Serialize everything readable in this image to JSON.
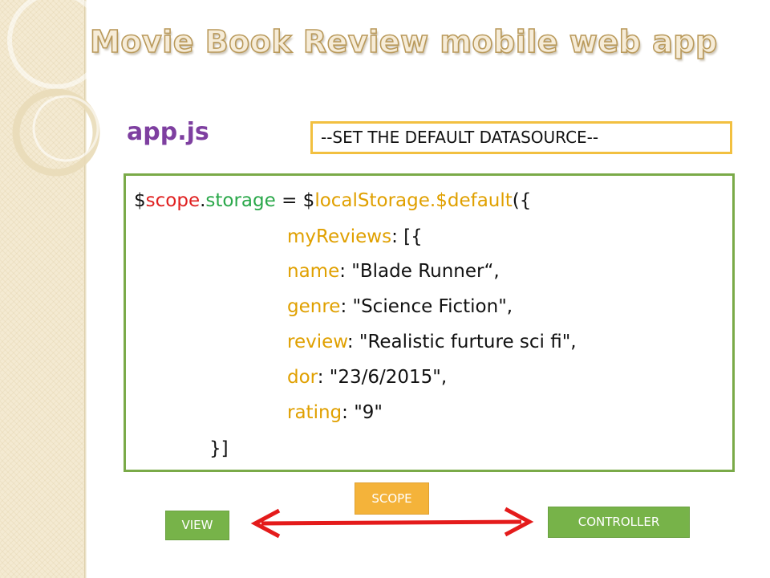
{
  "slide": {
    "title": "Movie Book Review mobile web app",
    "filename": "app.js",
    "datasource_note": "--SET THE DEFAULT DATASOURCE--"
  },
  "code": {
    "line1": {
      "dollar1": "$",
      "scope": "scope",
      "dot1": ".",
      "storage": "storage",
      "eq": " = $",
      "localStorage": "localStorage",
      "dot2": ".",
      "default": "$default",
      "tail": "({"
    },
    "line2": {
      "key": "myReviews",
      "rest": ": [{"
    },
    "line3": {
      "key": "name",
      "rest": ": \"Blade Runner“,"
    },
    "line4": {
      "key": "genre",
      "rest": ": \"Science Fiction\","
    },
    "line5": {
      "key": "review",
      "rest": ": \"Realistic furture sci fi\","
    },
    "line6": {
      "key": "dor",
      "rest": ": \"23/6/2015\","
    },
    "line7": {
      "key": "rating",
      "rest": ": \"9\""
    },
    "line8": "}]"
  },
  "diagram": {
    "view": "VIEW",
    "scope": "SCOPE",
    "controller": "CONTROLLER"
  },
  "colors": {
    "title_fill": "#f6ecd8",
    "title_outline": "#b9995a",
    "filename": "#7e3fa0",
    "datasource_border": "#f2c040",
    "code_border": "#7aaa48",
    "code_red": "#e02020",
    "code_green": "#2aa84a",
    "code_orange": "#e0a000",
    "tag_green": "#77b349",
    "tag_orange": "#f4b33a",
    "arrow": "#e41b1b"
  }
}
